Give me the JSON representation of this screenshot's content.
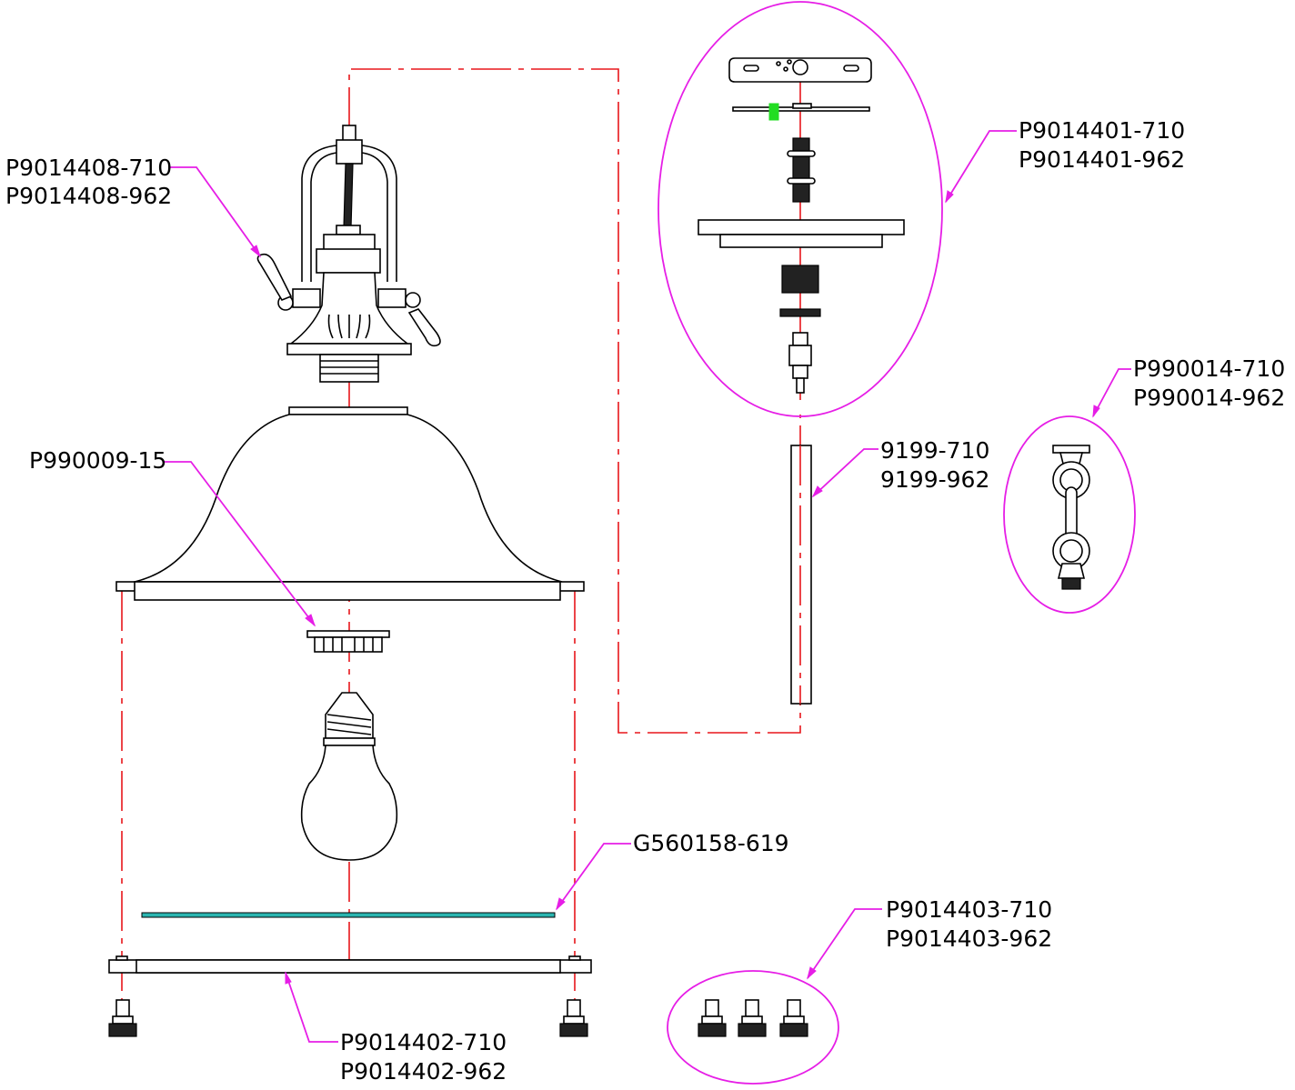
{
  "callouts": {
    "top_left": [
      "P9014408-710",
      "P9014408-962"
    ],
    "top_right": [
      "P9014401-710",
      "P9014401-962"
    ],
    "chain_detail": [
      "P990014-710",
      "P990014-962"
    ],
    "rod": [
      "9199-710",
      "9199-962"
    ],
    "ring": [
      "P990009-15"
    ],
    "glass": [
      "G560158-619"
    ],
    "finials": [
      "P9014403-710",
      "P9014403-962"
    ],
    "bottom_frame": [
      "P9014402-710",
      "P9014402-962"
    ]
  },
  "colors": {
    "leader": "#e61ee6",
    "center_line": "#e8161b",
    "glass": "#2bb5b0",
    "washer": "#22dd22"
  }
}
